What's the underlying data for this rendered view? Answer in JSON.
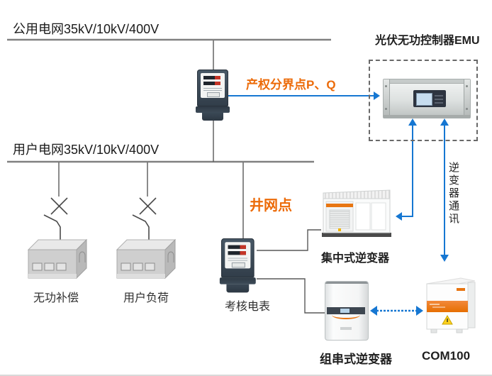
{
  "labels": {
    "public_grid": "公用电网35kV/10kV/400V",
    "user_grid": "用户电网35kV/10kV/400V",
    "emu_title": "光伏无功控制器EMU",
    "demarcation_point": "产权分界点P、Q",
    "grid_connection_point": "井网点",
    "reactive_compensation": "无功补偿",
    "user_load": "用户负荷",
    "assessment_meter": "考核电表",
    "central_inverter": "集中式逆变器",
    "string_inverter": "组串式逆变器",
    "com100": "COM100",
    "inverter_comm": "逆变器通讯"
  },
  "colors": {
    "accent_orange": "#EC6B09",
    "arrow_blue": "#1677D2",
    "bus_gray": "#808080",
    "line_gray": "#595959",
    "meter_body": "#3C4A57",
    "device_orange_stripe": "#E87511",
    "warning_yellow": "#FFD21E"
  },
  "icon_names": [
    "power-meter-icon",
    "breaker-x-icon",
    "disconnect-switch-icon",
    "capacitor-bank-icon",
    "load-box-icon",
    "emu-rack-icon",
    "central-inverter-icon",
    "string-inverter-icon",
    "com100-cabinet-icon",
    "arrow-right-icon",
    "arrow-up-icon",
    "arrow-down-icon",
    "arrow-left-icon",
    "double-arrow-icon"
  ]
}
